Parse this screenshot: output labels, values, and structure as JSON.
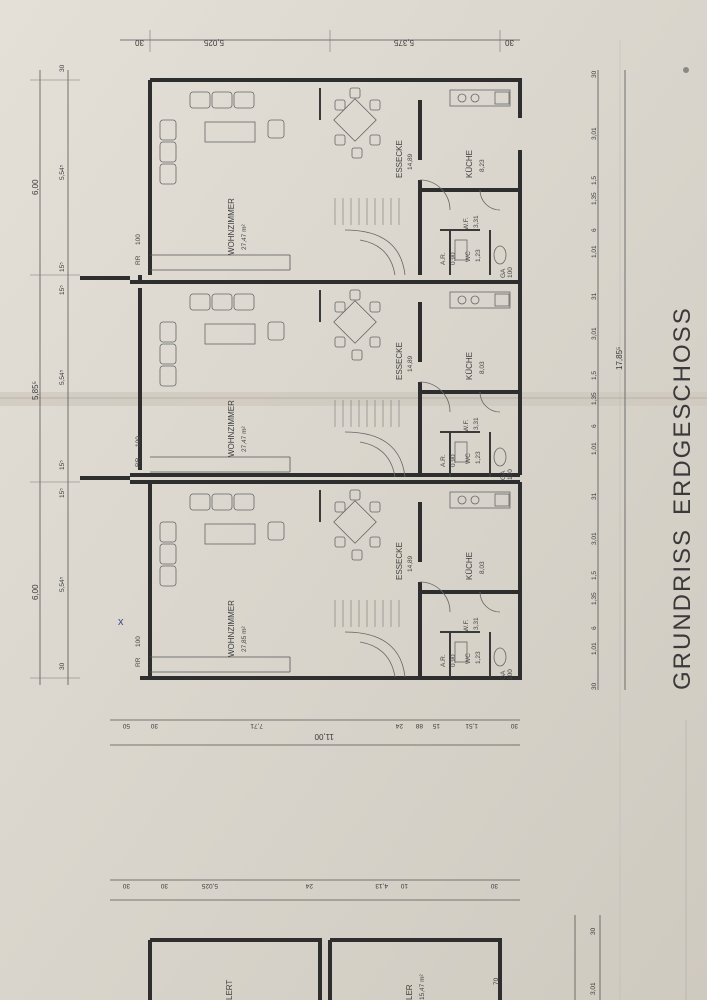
{
  "title": {
    "word1": "GRUNDRISS",
    "word2": "ERDGESCHOSS"
  },
  "mark_x": "x",
  "units": [
    {
      "id": "top",
      "wohnzimmer": "WOHNZIMMER",
      "wohn_area": "27,47 m²",
      "essecke": "ESSECKE",
      "ess_area": "14,89",
      "kueche": "KÜCHE",
      "kueche_area": "8,23",
      "wf": "W.F.",
      "wf_area": "3,31",
      "ar": "A.R.",
      "ar_area": "0,90",
      "wc": "WC",
      "wc_area": "1,23",
      "rr": "RR",
      "rr_val": "100",
      "ga": "GA",
      "ga_val": "100"
    },
    {
      "id": "middle",
      "wohnzimmer": "WOHNZIMMER",
      "wohn_area": "27,47 m²",
      "essecke": "ESSECKE",
      "ess_area": "14,89",
      "kueche": "KÜCHE",
      "kueche_area": "8,03",
      "wf": "W.F.",
      "wf_area": "3,31",
      "ar": "A.R.",
      "ar_area": "0,90",
      "wc": "WC",
      "wc_area": "1,23",
      "rr": "RR",
      "rr_val": "100",
      "ga": "GA",
      "ga_val": "100"
    },
    {
      "id": "bottom",
      "wohnzimmer": "WOHNZIMMER",
      "wohn_area": "27,85 m²",
      "essecke": "ESSECKE",
      "ess_area": "14,89",
      "kueche": "KÜCHE",
      "kueche_area": "8,03",
      "wf": "W.F.",
      "wf_area": "3,31",
      "ar": "A.R.",
      "ar_area": "0,90",
      "wc": "WC",
      "wc_area": "1,23",
      "rr": "RR",
      "rr_val": "100",
      "ga": "GA",
      "ga_val": "100"
    }
  ],
  "dims_top": [
    "30",
    "5,025",
    "5,375",
    "30"
  ],
  "dims_left_outer": [
    "6,00",
    "5,85⁵",
    "6,00"
  ],
  "dims_left_inner": [
    "30",
    "5,54⁵",
    "15⁵",
    "15⁵",
    "5,54⁵",
    "15⁵",
    "15⁵",
    "5,54⁵",
    "30"
  ],
  "dims_right_a": [
    "30",
    "3,01",
    "1,5",
    "1,35",
    "6",
    "1,01",
    "31",
    "3,01",
    "1,5",
    "1,35",
    "6",
    "1,01",
    "31",
    "3,01",
    "1,5",
    "1,35",
    "6",
    "1,01",
    "30"
  ],
  "dims_right_total": "17,85⁵",
  "dims_bottom": [
    "50",
    "30",
    "7,71",
    "24",
    "88",
    "15",
    "1,51",
    "30"
  ],
  "dims_bottom_total": "11,00",
  "dims_lower": [
    "30",
    "30",
    "5,025",
    "24",
    "4,13",
    "10",
    "30"
  ],
  "dims_lower_right": [
    "30",
    "3,01"
  ],
  "lower_rooms": {
    "a": "LERT",
    "b": "LER",
    "b_area": "15,47 m²",
    "c": "70"
  }
}
